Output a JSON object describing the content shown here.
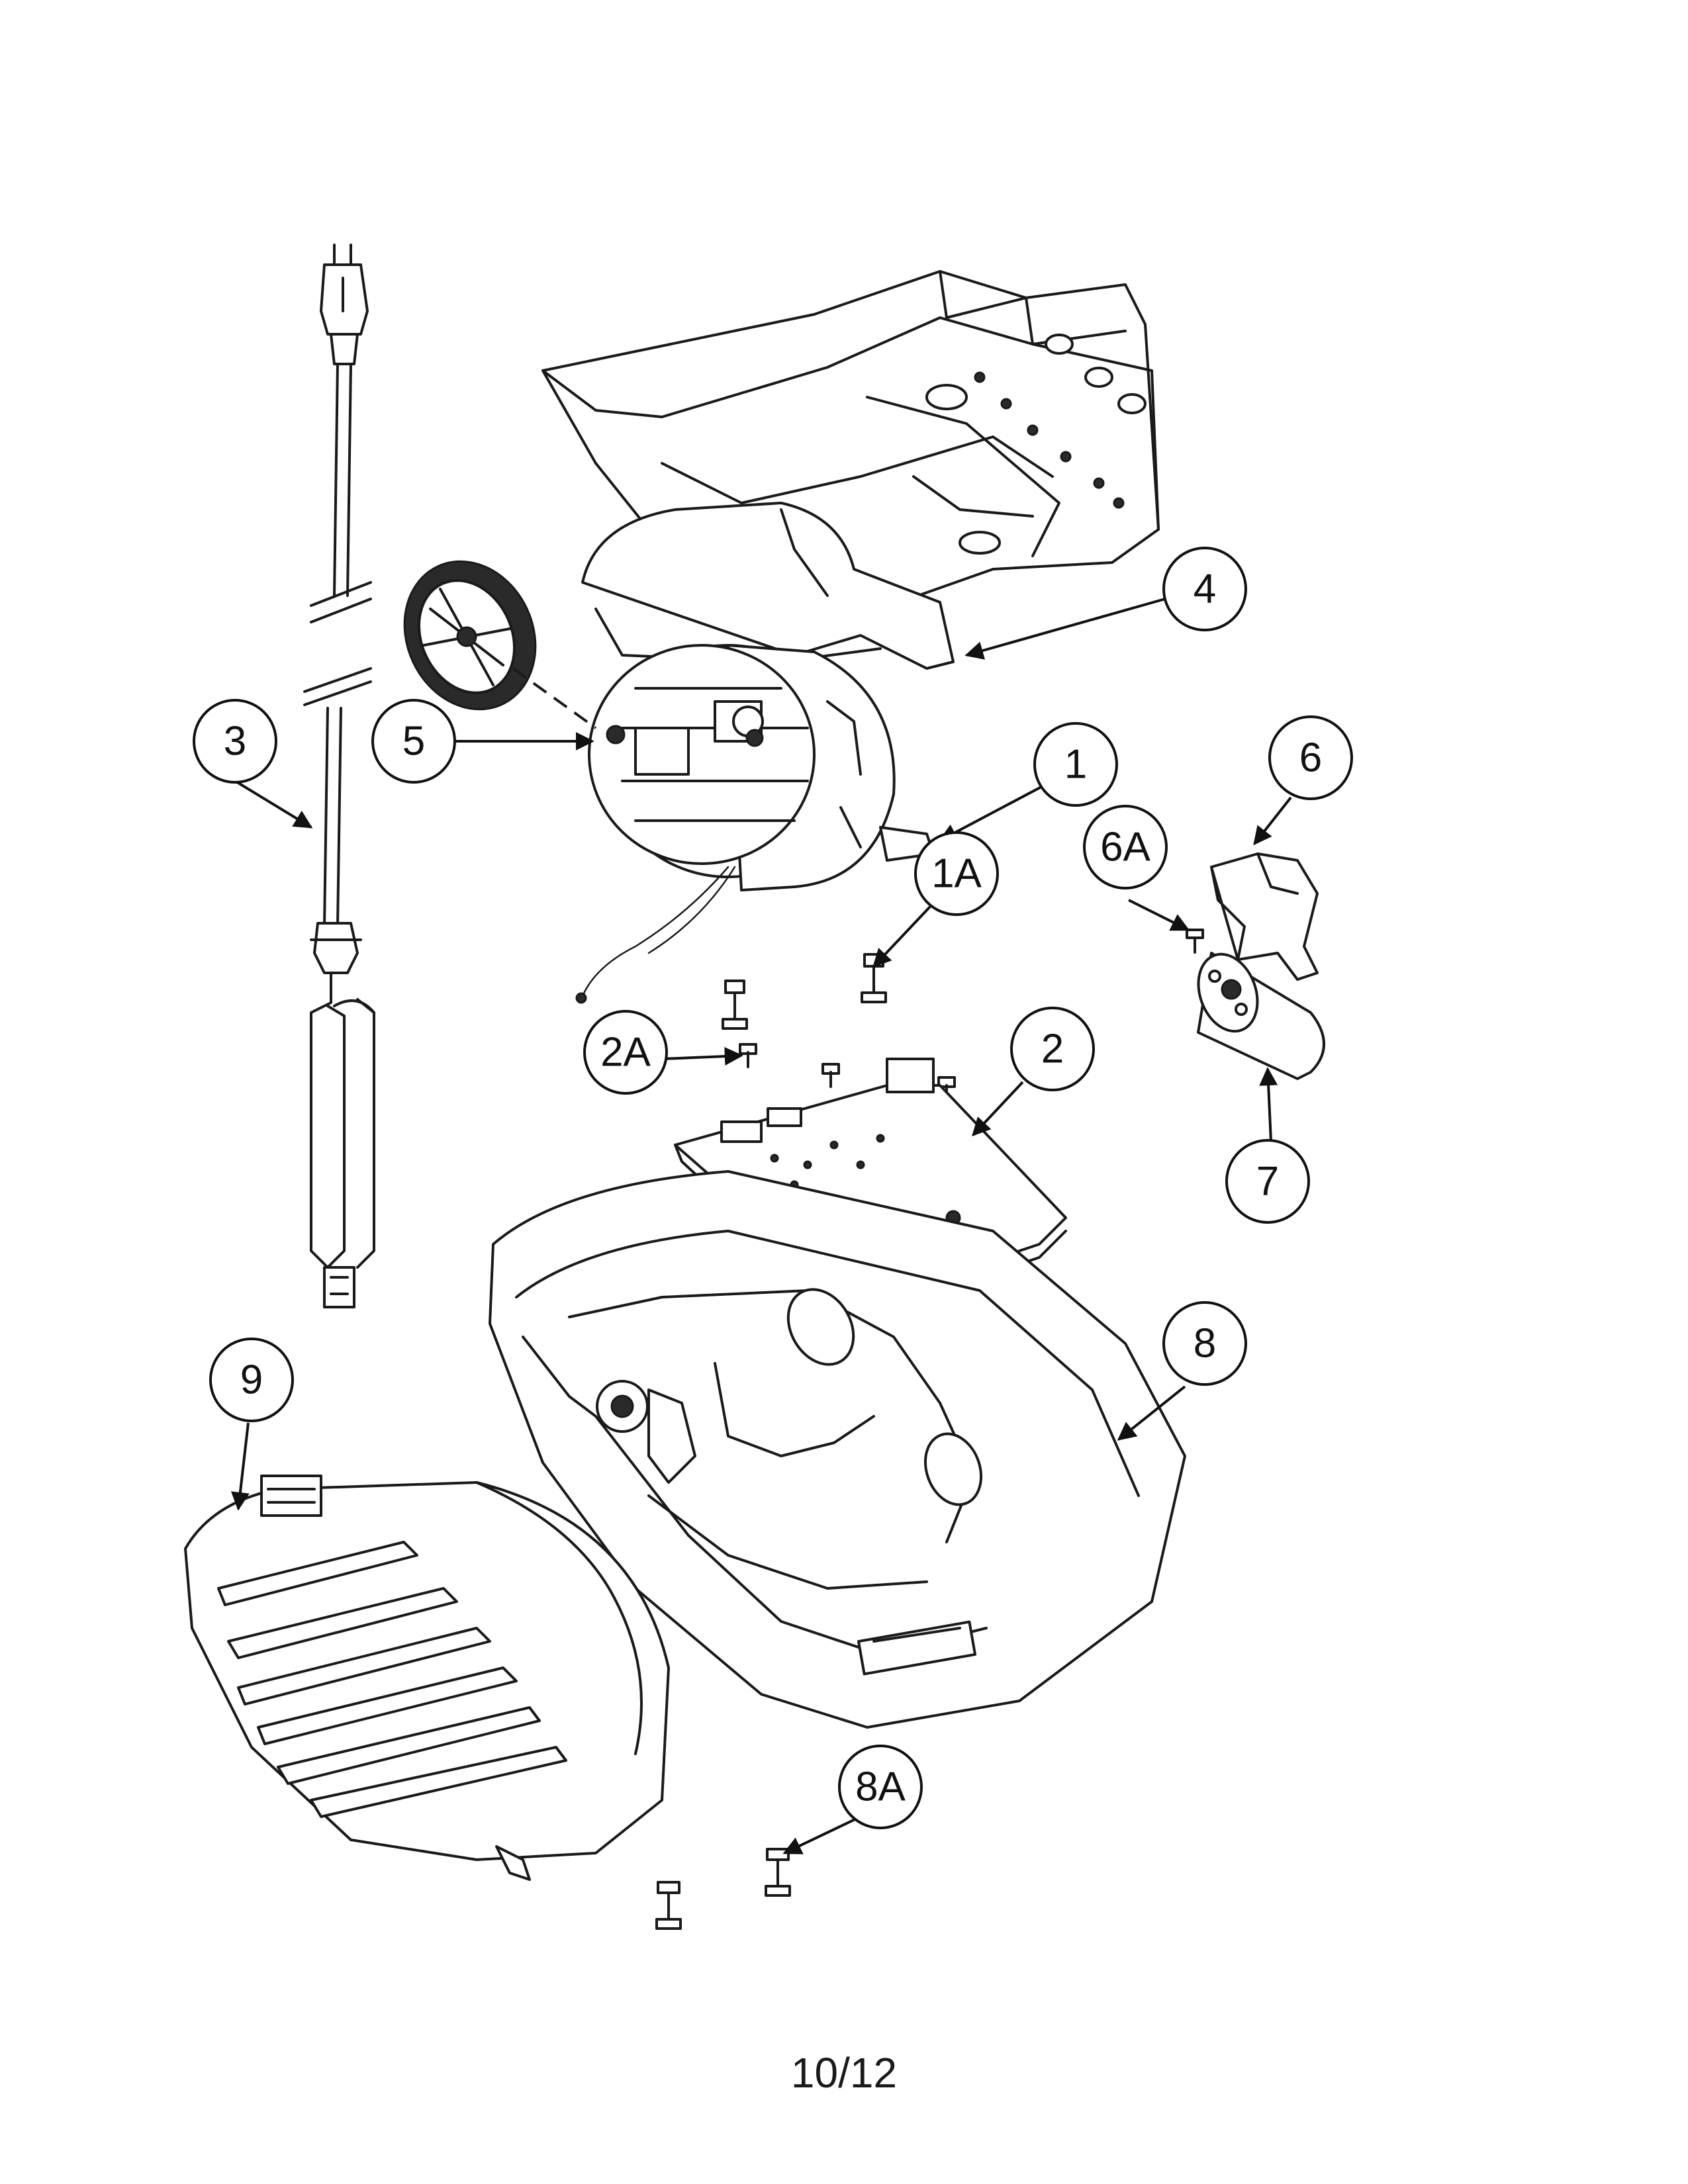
{
  "callouts": {
    "c1": "1",
    "c1a": "1A",
    "c2": "2",
    "c2a": "2A",
    "c3": "3",
    "c4": "4",
    "c5": "5",
    "c6": "6",
    "c6a": "6A",
    "c7": "7",
    "c8": "8",
    "c8a": "8A",
    "c9": "9"
  },
  "page_number": "10/12"
}
